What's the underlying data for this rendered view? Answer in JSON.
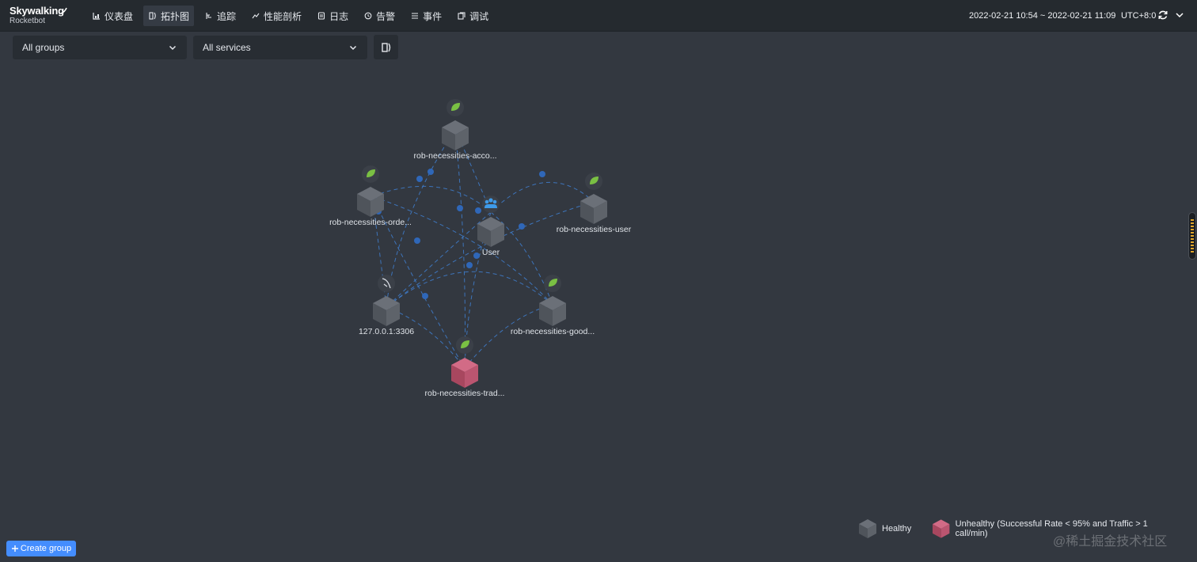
{
  "brand": {
    "name": "Skywalking",
    "subtitle": "Rocketbot"
  },
  "nav": [
    {
      "label": "仪表盘",
      "icon": "dashboard-icon",
      "active": false
    },
    {
      "label": "拓扑图",
      "icon": "topology-icon",
      "active": true
    },
    {
      "label": "追踪",
      "icon": "trace-icon",
      "active": false
    },
    {
      "label": "性能剖析",
      "icon": "profile-icon",
      "active": false
    },
    {
      "label": "日志",
      "icon": "log-icon",
      "active": false
    },
    {
      "label": "告警",
      "icon": "alarm-icon",
      "active": false
    },
    {
      "label": "事件",
      "icon": "event-icon",
      "active": false
    },
    {
      "label": "调试",
      "icon": "debug-icon",
      "active": false
    }
  ],
  "header": {
    "time_range": "2022-02-21 10:54 ~ 2022-02-21 11:09",
    "timezone": "UTC+8:0"
  },
  "filters": {
    "group": "All groups",
    "service": "All services"
  },
  "topology": {
    "nodes": [
      {
        "id": "acco",
        "label": "rob-necessities-acco...",
        "badge": "spring-leaf-icon",
        "status": "healthy"
      },
      {
        "id": "orde",
        "label": "rob-necessities-orde...",
        "badge": "spring-leaf-icon",
        "status": "healthy"
      },
      {
        "id": "user",
        "label": "rob-necessities-user",
        "badge": "spring-leaf-icon",
        "status": "healthy"
      },
      {
        "id": "User",
        "label": "User",
        "badge": "users-icon",
        "status": "healthy"
      },
      {
        "id": "mysql",
        "label": "127.0.0.1:3306",
        "badge": "mysql-icon",
        "status": "healthy"
      },
      {
        "id": "good",
        "label": "rob-necessities-good...",
        "badge": "spring-leaf-icon",
        "status": "healthy"
      },
      {
        "id": "trad",
        "label": "rob-necessities-trad...",
        "badge": "spring-leaf-icon",
        "status": "unhealthy"
      }
    ]
  },
  "legend": {
    "healthy": "Healthy",
    "unhealthy": "Unhealthy (Successful Rate < 95% and Traffic > 1 call/min)"
  },
  "actions": {
    "create_group": "Create group"
  },
  "watermark": "@稀土掘金技术社区",
  "colors": {
    "background": "#333840",
    "topbar": "#252a2f",
    "link": "#3f7fd0",
    "healthy_cube": "#5a5f66",
    "unhealthy_cube": "#b9536f",
    "spring": "#7ac043",
    "primary_button": "#448dfe"
  }
}
